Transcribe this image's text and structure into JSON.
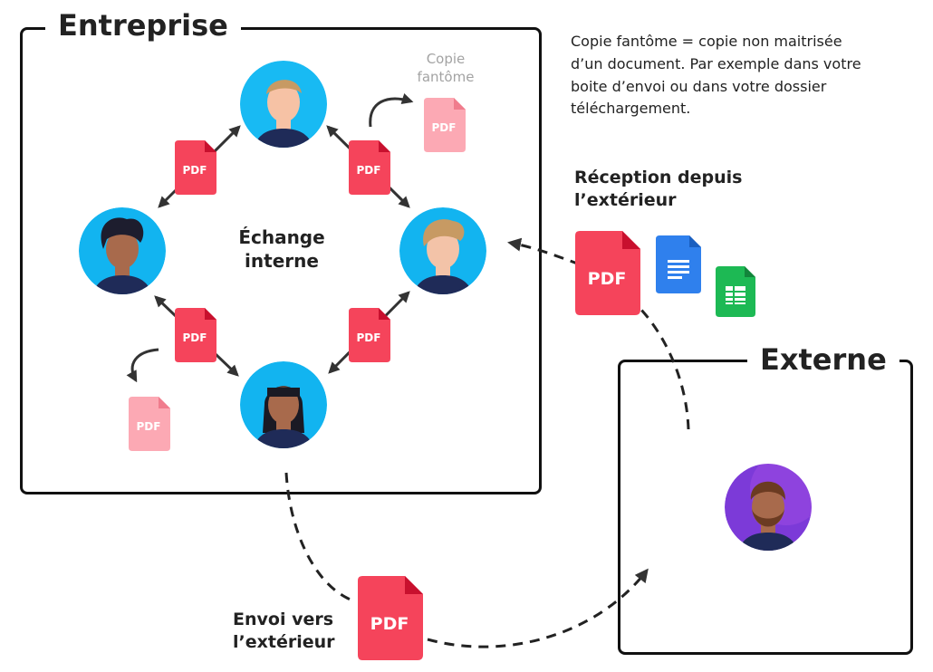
{
  "entreprise": {
    "title": "Entreprise",
    "center_label_line1": "Échange",
    "center_label_line2": "interne"
  },
  "externe": {
    "title": "Externe"
  },
  "ghost_copy": {
    "line1": "Copie",
    "line2": "fantôme"
  },
  "note": {
    "line1": "Copie fantôme = copie non maitrisée",
    "line2": "d’un document. Par exemple dans votre",
    "line3": "boite d’envoi ou dans votre dossier",
    "line4": "téléchargement."
  },
  "reception": {
    "line1": "Réception depuis",
    "line2": "l’extérieur"
  },
  "envoi": {
    "line1": "Envoi vers",
    "line2": "l’extérieur"
  },
  "file_badge": "PDF",
  "colors": {
    "pdf_red": "#f5445b",
    "pdf_fold": "#c8102e",
    "ghost_pdf": "#fca9b4",
    "doc_blue": "#2f80ed",
    "sheet_green": "#1db954",
    "avatar_blue": "#12b4f0",
    "avatar_purple": "#8b3fe0"
  },
  "icons": [
    "user-avatar-icon",
    "pdf-file-icon",
    "google-docs-icon",
    "google-sheets-icon",
    "curved-arrow-icon"
  ]
}
